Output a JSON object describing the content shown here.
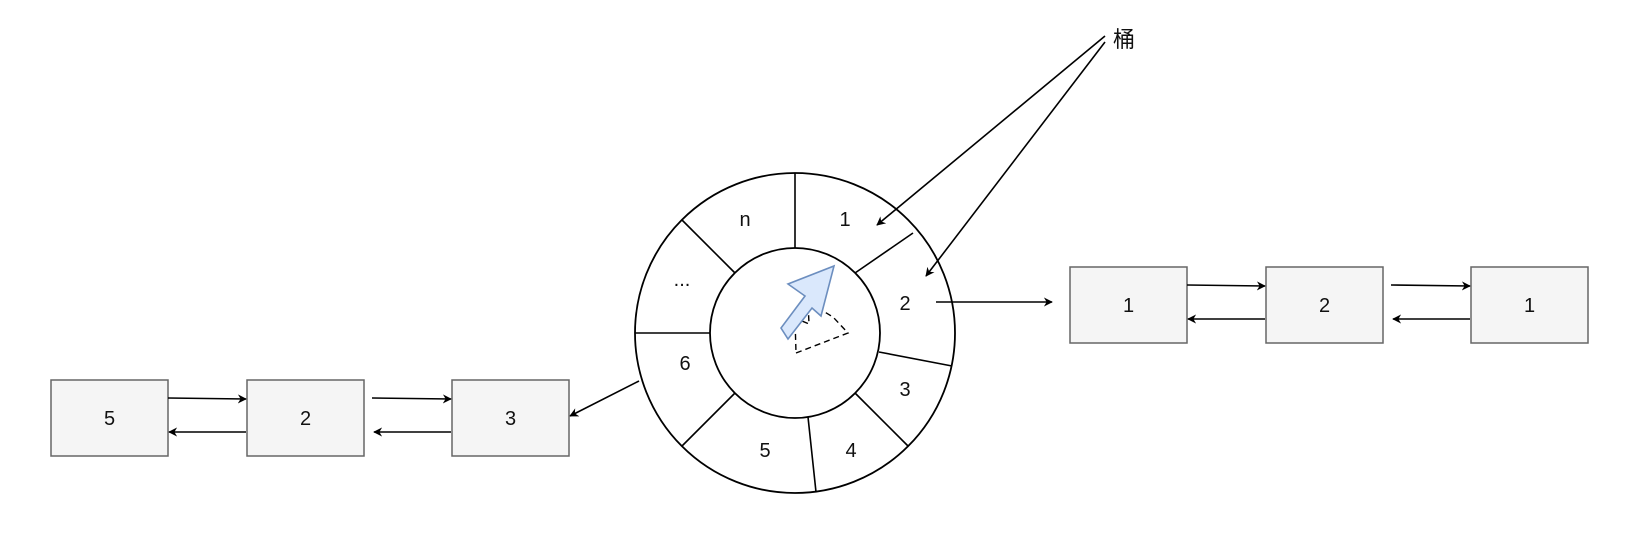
{
  "wheel": {
    "segments": [
      "n",
      "1",
      "2",
      "3",
      "4",
      "5",
      "6",
      "..."
    ]
  },
  "annotation": {
    "label": "桶"
  },
  "left_list": {
    "nodes": [
      "5",
      "2",
      "3"
    ]
  },
  "right_list": {
    "nodes": [
      "1",
      "2",
      "1"
    ]
  },
  "colors": {
    "pointer_fill": "#dae8fc",
    "pointer_stroke": "#6c8ebf",
    "node_fill": "#f5f5f5",
    "node_stroke": "#666666"
  },
  "icons": {
    "pointer": "clock-hand-arrow-icon",
    "pointer_ghost": "next-position-arrow-icon"
  }
}
